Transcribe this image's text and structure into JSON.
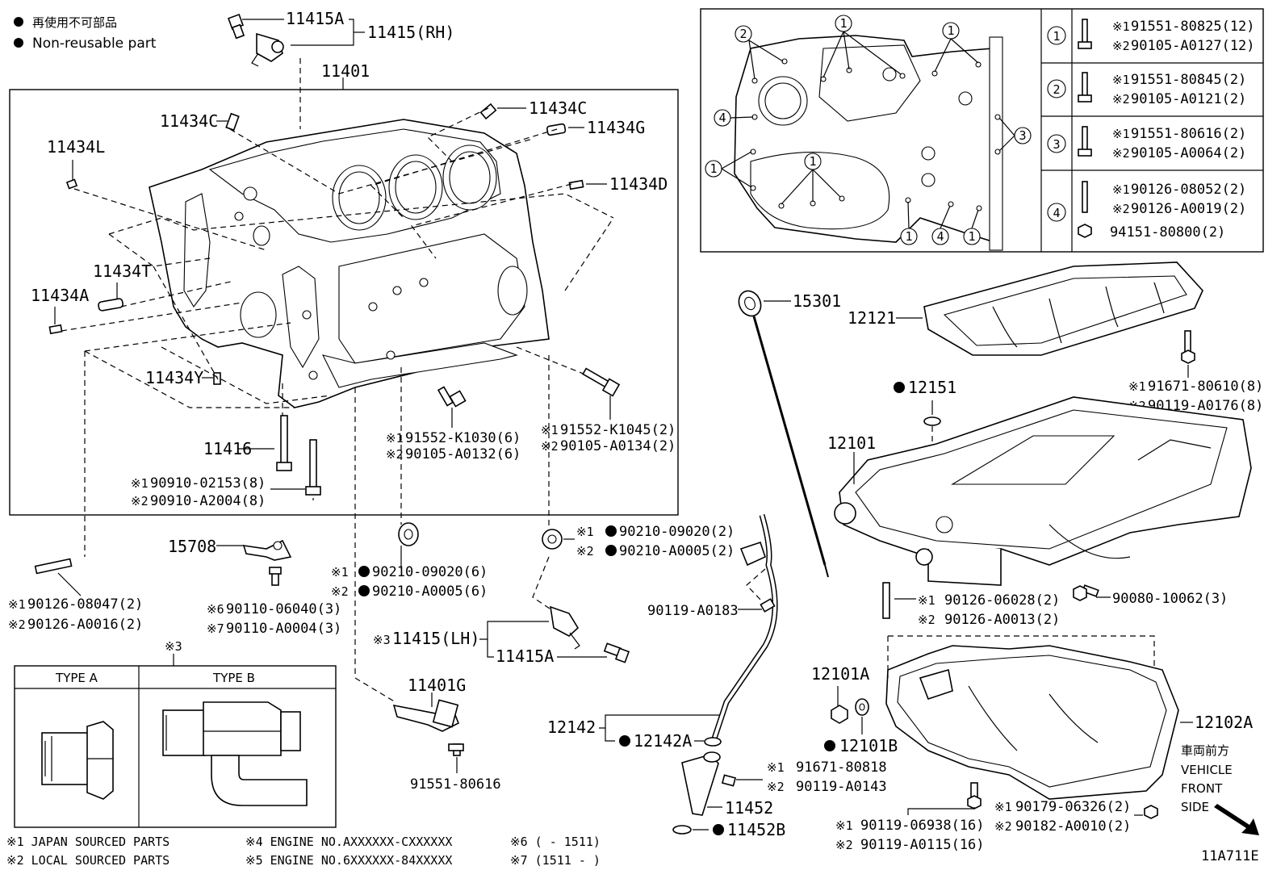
{
  "legend": {
    "jp": "再使用不可部品",
    "en": "Non-reusable part"
  },
  "parts": {
    "p11415A_top": "11415A",
    "p11415RH": "11415(RH)",
    "p11401": "11401",
    "p11434C_a": "11434C",
    "p11434C_b": "11434C",
    "p11434G": "11434G",
    "p11434L": "11434L",
    "p11434D": "11434D",
    "p11434T": "11434T",
    "p11434A": "11434A",
    "p11434Y": "11434Y",
    "p11416": "11416",
    "p15301": "15301",
    "p12121": "12121",
    "p12151": "12151",
    "p12101": "12101",
    "p15708": "15708",
    "p11415LH": "11415(LH)",
    "p11415A_bot": "11415A",
    "p11401G": "11401G",
    "p91551_80616": "91551-80616",
    "p12142": "12142",
    "p12142A": "12142A",
    "p11452": "11452",
    "p11452B": "11452B",
    "p90119_A0183": "90119-A0183",
    "p12101A": "12101A",
    "p12101B": "12101B",
    "p12102A": "12102A",
    "p90080_10062": "90080-10062(3)"
  },
  "callouts": {
    "c1_1": "91552-K1030(6)",
    "c1_2": "90105-A0132(6)",
    "c2_1": "91552-K1045(2)",
    "c2_2": "90105-A0134(2)",
    "c3_1": "90910-02153(8)",
    "c3_2": "90910-A2004(8)",
    "c4_1": "90210-09020(2)",
    "c4_2": "90210-A0005(2)",
    "c5_1": "90210-09020(6)",
    "c5_2": "90210-A0005(6)",
    "c6_1": "90126-08047(2)",
    "c6_2": "90126-A0016(2)",
    "c7_6": "90110-06040(3)",
    "c7_7": "90110-A0004(3)",
    "c8_1": "91671-80610(8)",
    "c8_2": "90119-A0176(8)",
    "c9_1": "90126-06028(2)",
    "c9_2": "90126-A0013(2)",
    "c10_1": "91671-80818",
    "c10_2": "90119-A0143",
    "c11_1": "90119-06938(16)",
    "c11_2": "90119-A0115(16)",
    "c12_1": "90179-06326(2)",
    "c12_2": "90182-A0010(2)"
  },
  "markers": {
    "k1": "※1",
    "k2": "※2",
    "k3": "※3",
    "k6": "※6",
    "k7": "※7"
  },
  "inset_table": {
    "rows": [
      {
        "num": "1",
        "a": "91551-80825(12)",
        "b": "90105-A0127(12)"
      },
      {
        "num": "2",
        "a": "91551-80845(2)",
        "b": "90105-A0121(2)"
      },
      {
        "num": "3",
        "a": "91551-80616(2)",
        "b": "90105-A0064(2)"
      },
      {
        "num": "4",
        "a": "90126-08052(2)",
        "b": "90126-A0019(2)",
        "c": "94151-80800(2)"
      }
    ]
  },
  "type_box": {
    "type_a": "TYPE A",
    "type_b": "TYPE B"
  },
  "footnotes": {
    "f1": "※1 JAPAN SOURCED PARTS",
    "f2": "※2 LOCAL SOURCED PARTS",
    "f4": "※4 ENGINE NO.AXXXXXX-CXXXXXX",
    "f5": "※5 ENGINE NO.6XXXXXX-84XXXXX",
    "f6": "※6 (        - 1511)",
    "f7": "※7 (1511 -        )"
  },
  "vehicle_front": {
    "jp": "車両前方",
    "l1": "VEHICLE",
    "l2": "FRONT",
    "l3": "SIDE"
  },
  "figure_id": "11A711E"
}
